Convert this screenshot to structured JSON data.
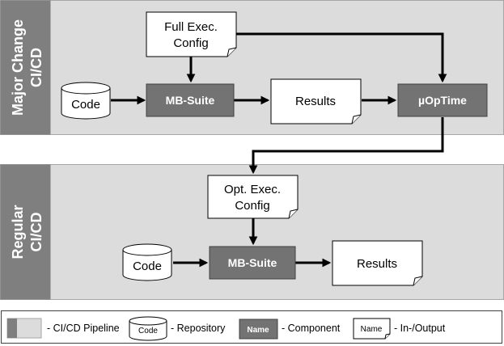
{
  "lanes": {
    "major": {
      "line1": "Major Change",
      "line2": "CI/CD"
    },
    "regular": {
      "line1": "Regular",
      "line2": "CI/CD"
    }
  },
  "major": {
    "config": {
      "line1": "Full Exec.",
      "line2": "Config"
    },
    "code": "Code",
    "suite": "MB-Suite",
    "results": "Results",
    "optimizer": "µOpTime"
  },
  "regular": {
    "config": {
      "line1": "Opt. Exec.",
      "line2": "Config"
    },
    "code": "Code",
    "suite": "MB-Suite",
    "results": "Results"
  },
  "legend": {
    "pipeline_label": "- CI/CD Pipeline",
    "repo_icon_text": "Code",
    "repo_label": "- Repository",
    "component_icon_text": "Name",
    "component_label": "- Component",
    "io_icon_text": "Name",
    "io_label": "- In-/Output"
  },
  "colors": {
    "lane_background": "#dcdcdc",
    "lane_tab": "#7f7f7f",
    "component_fill": "#737373"
  }
}
